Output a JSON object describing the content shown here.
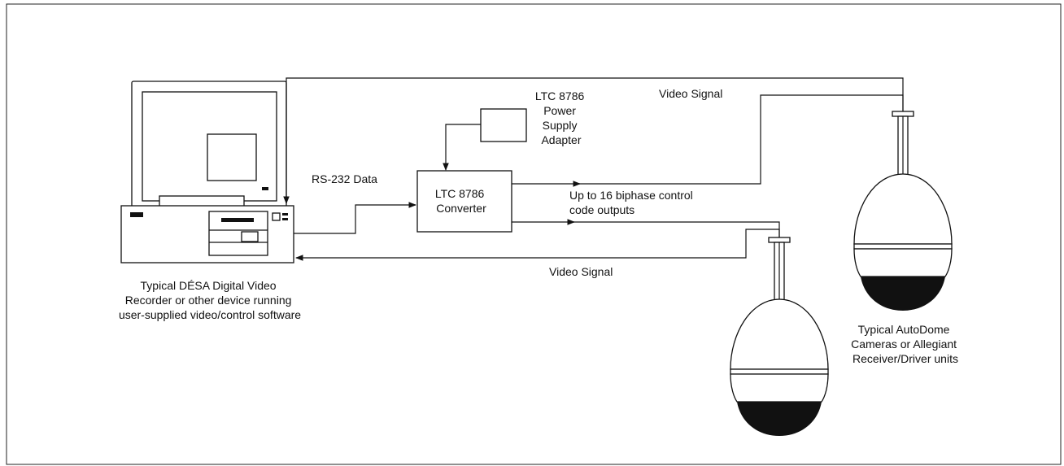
{
  "labels": {
    "video_signal_top": "Video Signal",
    "video_signal_bottom": "Video Signal",
    "power_supply": [
      "LTC 8786",
      "Power",
      "Supply",
      "Adapter"
    ],
    "rs232": "RS-232 Data",
    "converter": [
      "LTC 8786",
      "Converter"
    ],
    "control_outputs": [
      "Up to 16 biphase control",
      "code outputs"
    ],
    "computer_caption": [
      "Typical DÉSA Digital Video",
      "Recorder or other device running",
      "user-supplied video/control software"
    ],
    "camera_caption": [
      "Typical AutoDome",
      "Cameras or Allegiant",
      "Receiver/Driver units"
    ]
  }
}
